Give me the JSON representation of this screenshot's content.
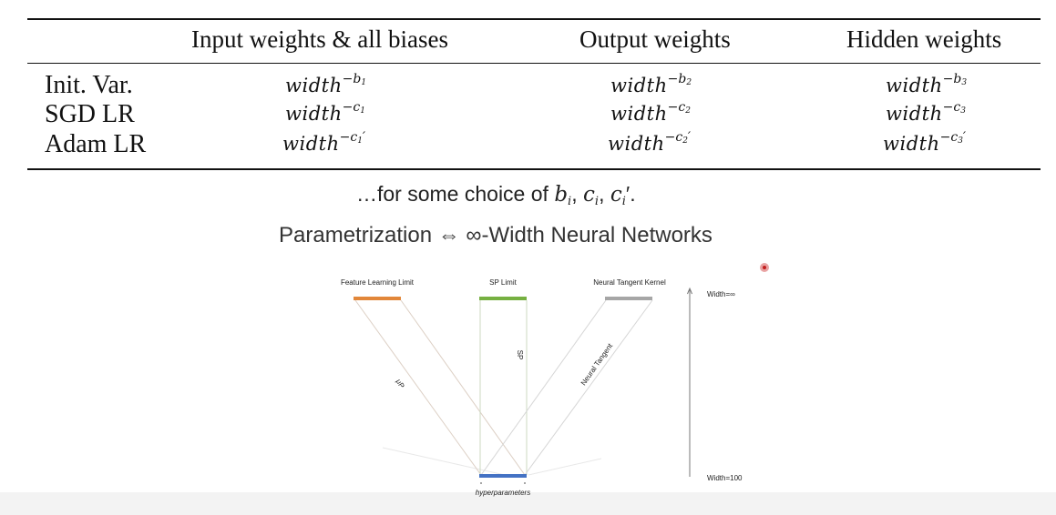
{
  "table": {
    "headers": [
      "",
      "Input weights & all biases",
      "Output weights",
      "Hidden weights"
    ],
    "rows": [
      {
        "label": "Init. Var.",
        "cells": [
          {
            "base": "width",
            "exp": "−b",
            "sub": "1",
            "prime": ""
          },
          {
            "base": "width",
            "exp": "−b",
            "sub": "2",
            "prime": ""
          },
          {
            "base": "width",
            "exp": "−b",
            "sub": "3",
            "prime": ""
          }
        ]
      },
      {
        "label": "SGD LR",
        "cells": [
          {
            "base": "width",
            "exp": "−c",
            "sub": "1",
            "prime": ""
          },
          {
            "base": "width",
            "exp": "−c",
            "sub": "2",
            "prime": ""
          },
          {
            "base": "width",
            "exp": "−c",
            "sub": "3",
            "prime": ""
          }
        ]
      },
      {
        "label": "Adam LR",
        "cells": [
          {
            "base": "width",
            "exp": "−c",
            "sub": "1",
            "prime": "′"
          },
          {
            "base": "width",
            "exp": "−c",
            "sub": "2",
            "prime": "′"
          },
          {
            "base": "width",
            "exp": "−c",
            "sub": "3",
            "prime": "′"
          }
        ]
      }
    ]
  },
  "choice_text": {
    "prefix": "…for some choice of ",
    "b": "b",
    "c": "c",
    "sub_i": "i",
    "comma": ", ",
    "prime_end": "′."
  },
  "headline": "Parametrization ⇔ ∞-Width Neural Networks",
  "diagram": {
    "top_labels": {
      "feature_learning": "Feature Learning Limit",
      "sp_limit": "SP Limit",
      "ntk": "Neural Tangent Kernel"
    },
    "line_labels": {
      "mup": "μP",
      "sp": "SP",
      "neural_tangent": "Neural Tangent"
    },
    "bottom_label": "hyperparameters",
    "axis_top": "Width=∞",
    "axis_bottom": "Width=100",
    "colors": {
      "feature_learning": "#e2873a",
      "sp_limit": "#76b041",
      "ntk": "#a6a6a6",
      "hyperparameters": "#4472c4"
    }
  }
}
